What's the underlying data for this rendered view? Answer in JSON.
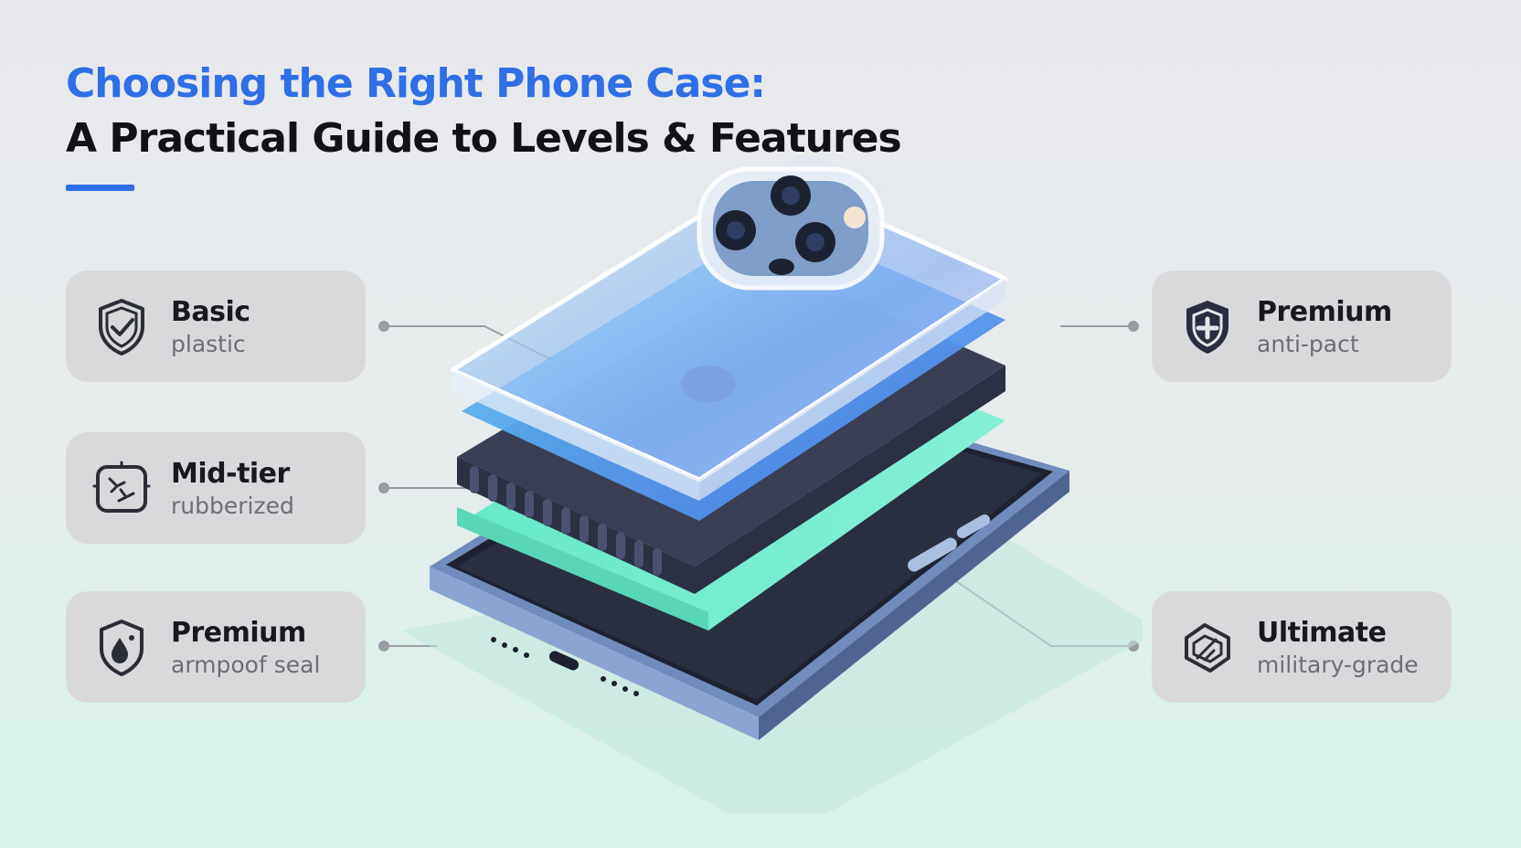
{
  "title": {
    "line1": "Choosing the Right Phone Case:",
    "line2": "A Practical Guide to Levels & Features"
  },
  "colors": {
    "accent": "#2f6fe6",
    "card_bg": "#d9d9dc",
    "layer_blue": "#5b8ff0",
    "layer_green": "#6fe6c8",
    "phone_frame": "#8fa9cf"
  },
  "levels": {
    "basic": {
      "label": "Basic",
      "desc": "plastic",
      "icon": "shield-check-icon"
    },
    "midtier": {
      "label": "Mid-tier",
      "desc": "rubberized",
      "icon": "shatter-resist-icon"
    },
    "premium_water": {
      "label": "Premium",
      "desc": "armpoof seal",
      "icon": "water-drop-shield-icon"
    },
    "premium_impact": {
      "label": "Premium",
      "desc": "anti-pact",
      "icon": "shield-plus-icon"
    },
    "ultimate": {
      "label": "Ultimate",
      "desc": "military-grade",
      "icon": "rugged-frame-icon"
    }
  }
}
